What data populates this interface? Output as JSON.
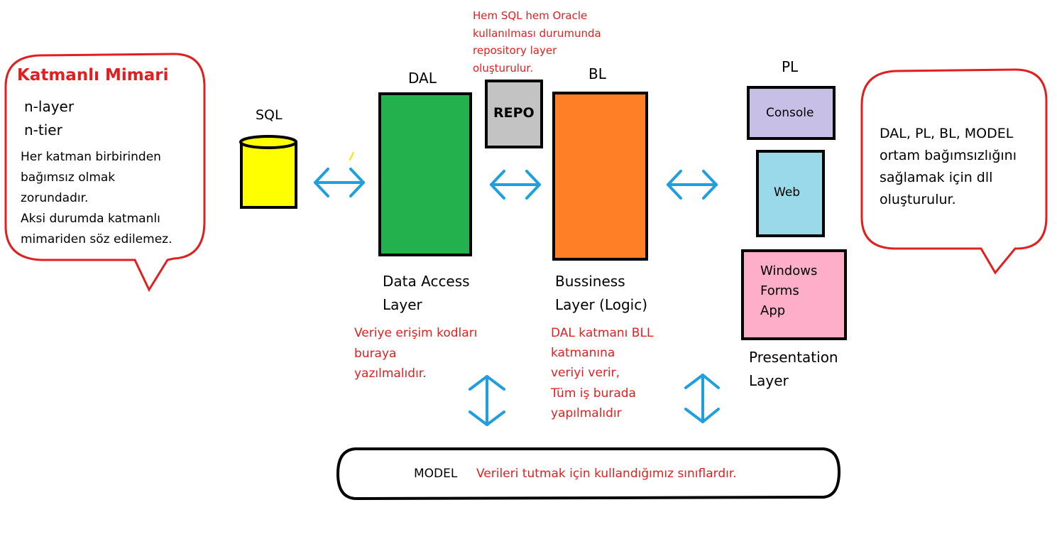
{
  "left_bubble": {
    "title": "Katmanlı Mimari",
    "item1": "n-layer",
    "item2": "n-tier",
    "text": "Her katman birbirinden\nbağımsız olmak\nzorundadır.\nAksi durumda katmanlı\nmimariden söz edilemez."
  },
  "right_bubble": {
    "text": "DAL, PL, BL, MODEL\nortam bağımsızlığını\nsağlamak için dll\noluşturulur."
  },
  "repo_note": "Hem SQL hem Oracle\nkullanılması durumunda\nrepository layer\noluşturulur.",
  "sql": {
    "label": "SQL"
  },
  "dal": {
    "label": "DAL",
    "caption": "Data Access\nLayer",
    "note": "Veriye erişim kodları\nburaya\nyazılmalıdır."
  },
  "repo": {
    "label": "REPO"
  },
  "bl": {
    "label": "BL",
    "caption": "Bussiness\nLayer (Logic)",
    "note": "DAL katmanı BLL\nkatmanına\n veriyi verir,\nTüm iş burada\nyapılmalıdır"
  },
  "pl": {
    "label": "PL",
    "console": "Console",
    "web": "Web",
    "winforms": "Windows\nForms\nApp",
    "caption": "Presentation\nLayer"
  },
  "model": {
    "label": "MODEL",
    "description": "Verileri tutmak için kullandığımız sınıflardır."
  },
  "colors": {
    "accent_red": "#e02020",
    "arrow_blue": "#1e9fe0",
    "dal_green": "#22b14c",
    "bl_orange": "#ff7f27",
    "sql_yellow": "#ffff00",
    "repo_gray": "#c3c3c3",
    "console_lavender": "#c8bfe7",
    "web_lightblue": "#99d9ea",
    "winforms_pink": "#ffaec9"
  }
}
